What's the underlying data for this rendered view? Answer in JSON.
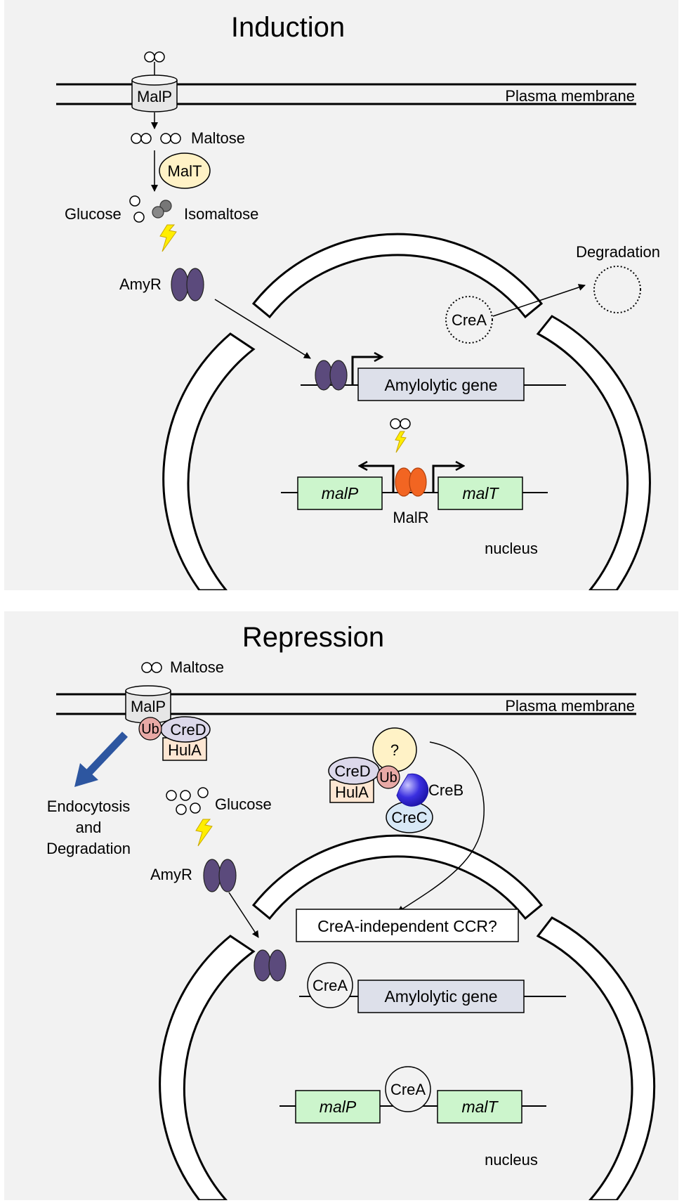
{
  "induction": {
    "title": "Induction",
    "membrane_label": "Plasma membrane",
    "transporter": "MalP",
    "maltose": "Maltose",
    "malt_enzyme": "MalT",
    "glucose": "Glucose",
    "isomaltose": "Isomaltose",
    "amyr": "AmyR",
    "degradation": "Degradation",
    "crea": "CreA",
    "amylolytic_gene": "Amylolytic gene",
    "malp_gene": "malP",
    "malt_gene": "malT",
    "malr": "MalR",
    "nucleus": "nucleus"
  },
  "repression": {
    "title": "Repression",
    "maltose": "Maltose",
    "membrane_label": "Plasma membrane",
    "transporter": "MalP",
    "ub": "Ub",
    "cred": "CreD",
    "hula": "HulA",
    "endocytosis_line1": "Endocytosis",
    "endocytosis_line2": "and",
    "endocytosis_line3": "Degradation",
    "glucose": "Glucose",
    "unknown": "?",
    "creb": "CreB",
    "crec": "CreC",
    "amyr": "AmyR",
    "ccr_box": "CreA-independent CCR?",
    "crea": "CreA",
    "amylolytic_gene": "Amylolytic gene",
    "malp_gene": "malP",
    "malt_gene": "malT",
    "nucleus": "nucleus"
  },
  "colors": {
    "panel_bg": "#f2f2f2",
    "amyr": "#5b4a7c",
    "malr": "#f26522",
    "gene_box": "#dde0ea",
    "mal_gene_box": "#ccf5cc",
    "malt_enzyme": "#fff2c6",
    "ub": "#e8a9a6",
    "cred": "#dcd8ea",
    "hula": "#fde6d2",
    "crec": "#d7e8f6",
    "creb": "#3a2fe0",
    "unknown": "#fff2c6",
    "lightning": "#ffee00",
    "endocytosis_arrow": "#2d56a0"
  },
  "icons": [
    "lightning-icon",
    "promoter-arrow-icon",
    "endocytosis-arrow-icon"
  ]
}
